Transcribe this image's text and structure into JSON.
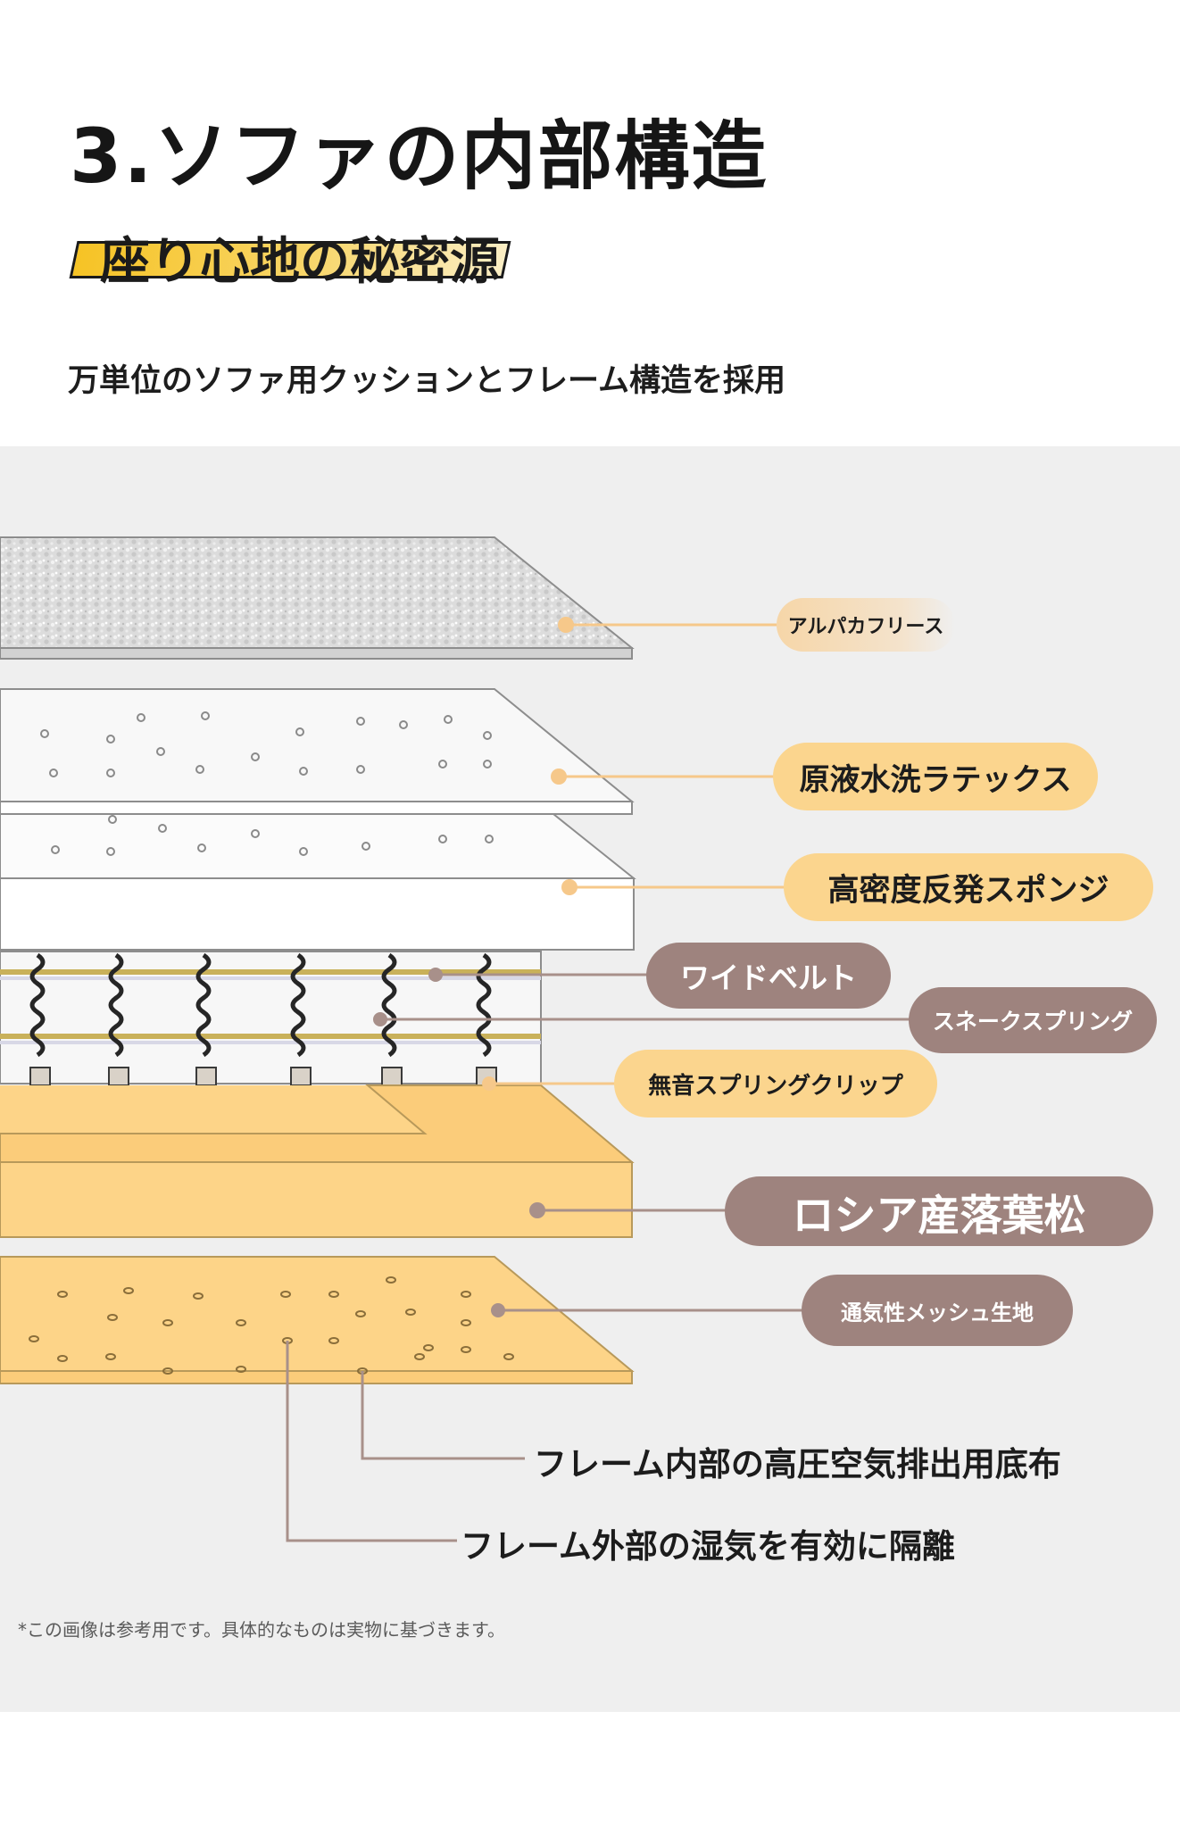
{
  "header": {
    "title": "3.ソファの内部構造",
    "subtitle": "座り心地の秘密源",
    "tagline": "万単位のソファ用クッションとフレーム構造を採用"
  },
  "layers": {
    "fleece": "アルパカフリース",
    "latex": "原液水洗ラテックス",
    "sponge": "高密度反発スポンジ",
    "belt": "ワイドベルト",
    "snake_spring": "スネークスプリング",
    "clip": "無音スプリングクリップ",
    "larch": "ロシア産落葉松",
    "mesh": "通気性メッシュ生地"
  },
  "bottom_labels": {
    "vent_cloth": "フレーム内部の高圧空気排出用底布",
    "moisture": "フレーム外部の湿気を有効に隔離"
  },
  "footnote": "*この画像は参考用です。具体的なものは実物に基づきます。",
  "colors": {
    "accent_yellow": "#f6c325",
    "cream_pill": "#fbd58e",
    "brown_pill": "#9e837e",
    "wood": "#fdd488",
    "panel_bg": "#efefef"
  }
}
